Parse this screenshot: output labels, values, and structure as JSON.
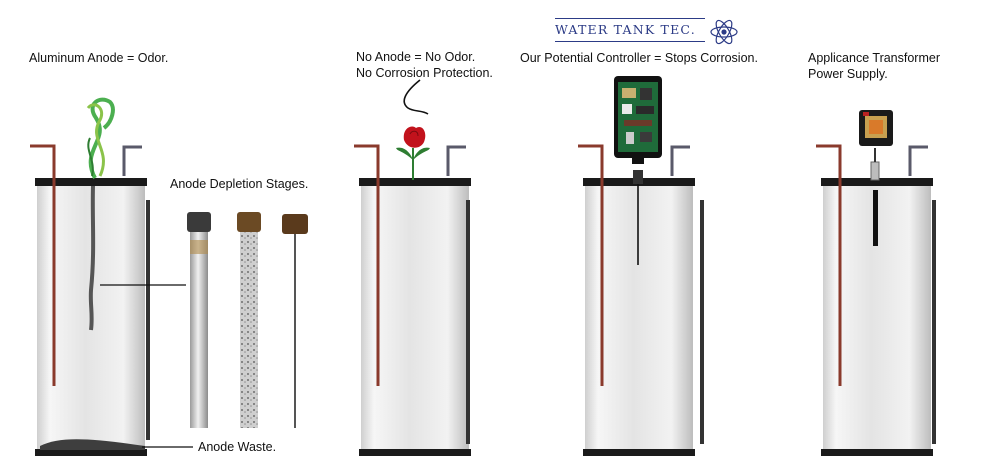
{
  "logo": {
    "text": "WATER TANK TEC."
  },
  "captions": {
    "aluminum": "Aluminum Anode = Odor.",
    "no_anode_line1": "No Anode = No Odor.",
    "no_anode_line2": "No Corrosion Protection.",
    "controller": "Our Potential Controller = Stops Corrosion.",
    "transformer_line1": "Applicance Transformer",
    "transformer_line2": "Power Supply."
  },
  "labels": {
    "depletion": "Anode Depletion Stages.",
    "waste": "Anode Waste."
  },
  "colors": {
    "logo_blue": "#2c3b86",
    "tank_shell": "#e6e6e6",
    "tank_cap": "#1a1a1a",
    "hot_pipe": "#8a3a2c",
    "cold_pipe": "#5a5a6a",
    "odor_green": "#4caf50",
    "rose_red": "#c2121c",
    "board_green": "#1f6b3a"
  },
  "icons": [
    "atom-icon",
    "nose-icon",
    "rose-icon",
    "controller-device",
    "transformer-device"
  ]
}
